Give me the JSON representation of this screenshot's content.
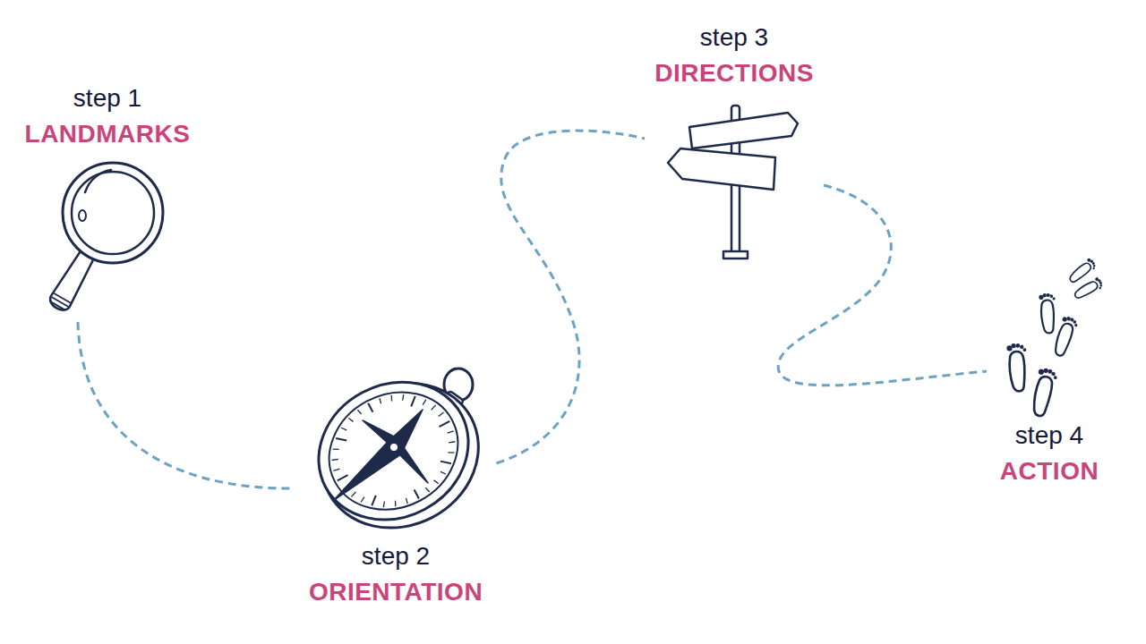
{
  "diagram": {
    "nodes": [
      {
        "text": [
          "step 1",
          "LANDMARKS"
        ]
      },
      {
        "text": [
          "step 2",
          "ORIENTATION"
        ]
      },
      {
        "text": [
          "step 3",
          "DIRECTIONS"
        ]
      },
      {
        "text": [
          "step 4",
          "ACTION"
        ]
      }
    ],
    "edges": [
      {
        "from": 0,
        "to": 1,
        "arrow": "none"
      },
      {
        "from": 1,
        "to": 2,
        "arrow": "none"
      },
      {
        "from": 2,
        "to": 3,
        "arrow": "none"
      }
    ]
  }
}
